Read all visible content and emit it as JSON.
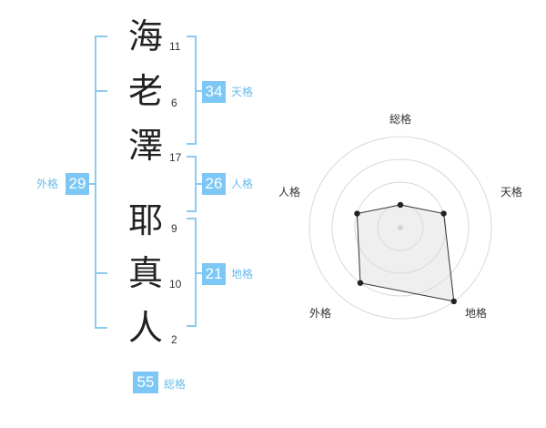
{
  "name_chars": [
    {
      "char": "海",
      "strokes": "11"
    },
    {
      "char": "老",
      "strokes": "6"
    },
    {
      "char": "澤",
      "strokes": "17"
    },
    {
      "char": "耶",
      "strokes": "9"
    },
    {
      "char": "真",
      "strokes": "10"
    },
    {
      "char": "人",
      "strokes": "2"
    }
  ],
  "groups": {
    "tenkaku": {
      "value": "34",
      "label": "天格"
    },
    "jinkaku": {
      "value": "26",
      "label": "人格"
    },
    "chikaku": {
      "value": "21",
      "label": "地格"
    },
    "gaikaku": {
      "value": "29",
      "label": "外格"
    },
    "soukaku": {
      "value": "55",
      "label": "総格"
    }
  },
  "colors": {
    "accent": "#7cc7f5",
    "bracket": "#8ccbf0",
    "text": "#222222"
  },
  "chart_data": {
    "type": "radar",
    "axes": [
      "総格",
      "天格",
      "地格",
      "外格",
      "人格"
    ],
    "values": [
      1,
      2,
      4,
      3,
      2
    ],
    "max": 4,
    "grid": true
  }
}
